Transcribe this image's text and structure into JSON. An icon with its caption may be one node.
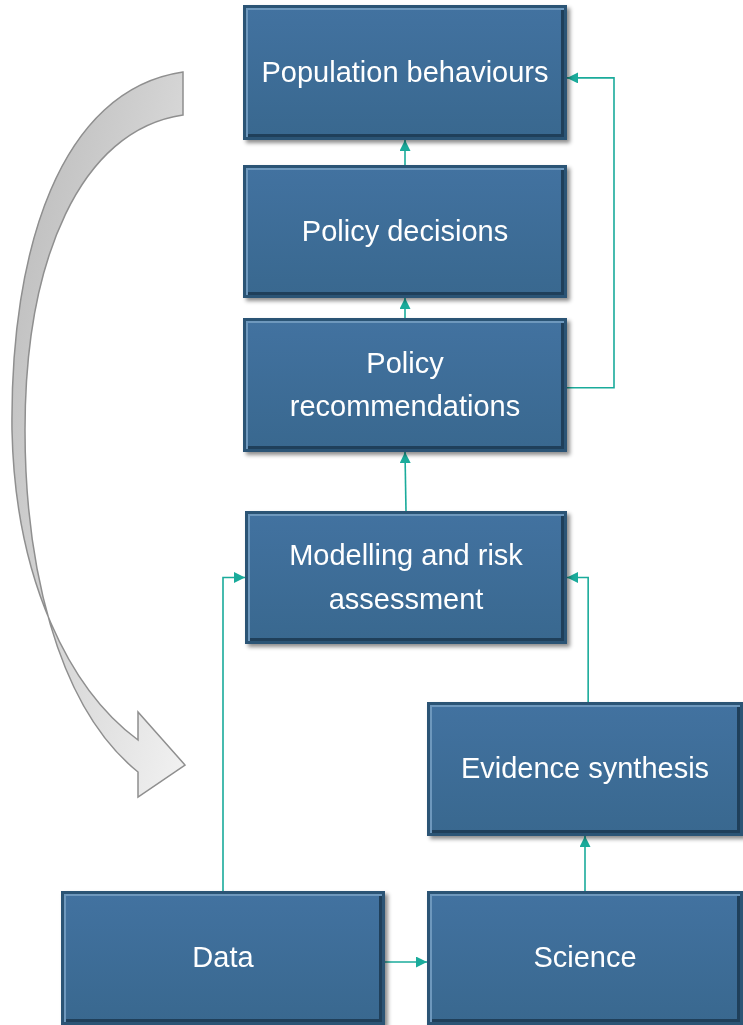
{
  "diagram": {
    "nodes": [
      {
        "text": [
          "Population behaviours"
        ]
      },
      {
        "text": [
          "Policy decisions"
        ]
      },
      {
        "text": [
          "Policy recommendations"
        ]
      },
      {
        "text": [
          "Modelling and risk assessment"
        ]
      },
      {
        "text": [
          "Evidence synthesis"
        ]
      },
      {
        "text": [
          "Data"
        ]
      },
      {
        "text": [
          "Science"
        ]
      }
    ],
    "edges": [
      {
        "from": 1,
        "to": 0,
        "arrow": "to"
      },
      {
        "from": 2,
        "to": 1,
        "arrow": "to"
      },
      {
        "from": 2,
        "to": 0,
        "arrow": "to"
      },
      {
        "from": 3,
        "to": 2,
        "arrow": "to"
      },
      {
        "from": 5,
        "to": 3,
        "arrow": "to"
      },
      {
        "from": 6,
        "to": 4,
        "arrow": "to"
      },
      {
        "from": 4,
        "to": 3,
        "arrow": "to"
      },
      {
        "from": 5,
        "to": 6,
        "arrow": "to"
      }
    ]
  }
}
